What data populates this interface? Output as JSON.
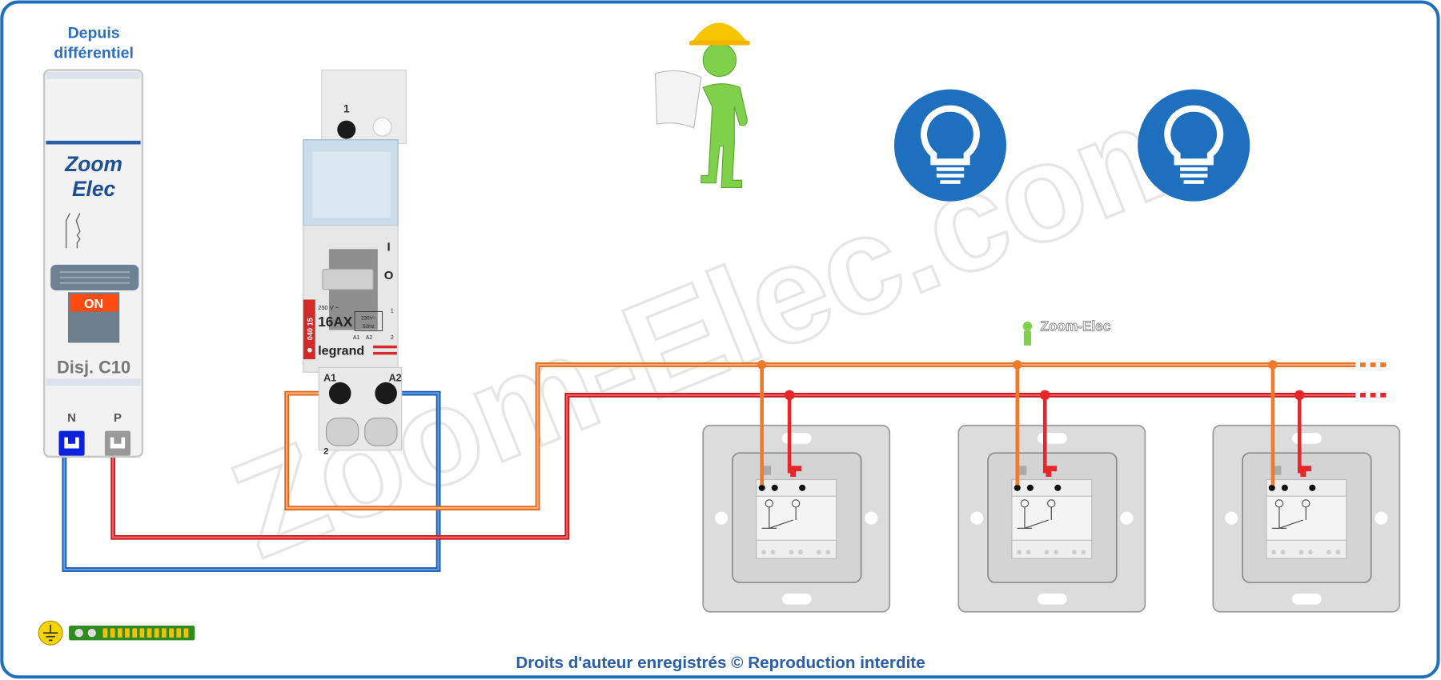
{
  "header": {
    "line1": "Depuis",
    "line2": "différentiel"
  },
  "breaker": {
    "brand_line1": "Zoom",
    "brand_line2": "Elec",
    "state_label": "ON",
    "rating_label": "Disj. C10",
    "neutral_label": "N",
    "phase_label": "P"
  },
  "contactor": {
    "terminal_top": "1",
    "terminal_bottom": "2",
    "terminal_a1": "A1",
    "terminal_a2": "A2",
    "position_on": "I",
    "position_off": "O",
    "ref": "040 15",
    "voltage": "250 V ~",
    "current": "16AX",
    "coil_line1": "230V~",
    "coil_line2": "50Hz",
    "coil_a1": "A1",
    "coil_a2": "A2",
    "contact_1": "1",
    "contact_2": "2",
    "brand": "legrand"
  },
  "watermark": {
    "text": "Zoom-Elec.com",
    "logo_text": "Zoom-Elec"
  },
  "footer": {
    "copyright": "Droits d'auteur enregistrés © Reproduction interdite"
  },
  "colors": {
    "frame": "#1f6fbf",
    "phase": "#e8262a",
    "neutral": "#2f7ad6",
    "return": "#f07a2a",
    "bulb": "#1f6fbf",
    "earth_bar": "#2e8b1e"
  },
  "switches": [
    {
      "id": "switch-1"
    },
    {
      "id": "switch-2"
    },
    {
      "id": "switch-3"
    }
  ],
  "bulbs": [
    {
      "id": "bulb-1"
    },
    {
      "id": "bulb-2"
    }
  ]
}
